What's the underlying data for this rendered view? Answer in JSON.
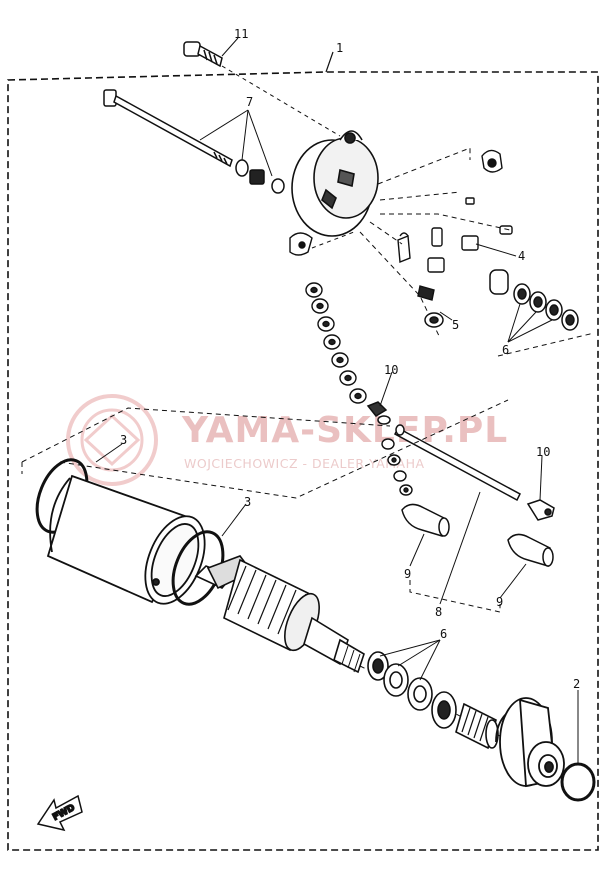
{
  "diagram": {
    "callouts": {
      "c1": "1",
      "c2": "2",
      "c3a": "3",
      "c3b": "3",
      "c4": "4",
      "c5": "5",
      "c6a": "6",
      "c6b": "6",
      "c7": "7",
      "c8": "8",
      "c9a": "9",
      "c9b": "9",
      "c10a": "10",
      "c10b": "10",
      "c11": "11"
    },
    "fwd_label": "FWD"
  },
  "watermark": {
    "title": "YAMA-SKLEP.PL",
    "subtitle": "WOJCIECHOWICZ - DEALER YAMAHA"
  },
  "colors": {
    "ink": "#111111",
    "watermark": "#e7b6b6",
    "background": "#ffffff"
  }
}
